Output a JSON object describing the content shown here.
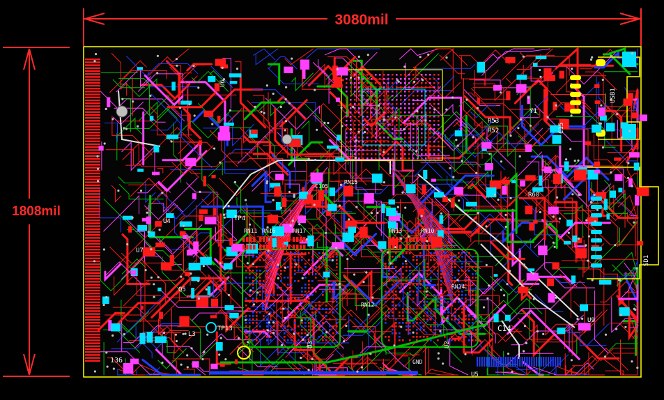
{
  "dimensions": {
    "width_label": "3080mil",
    "height_label": "1808mil"
  },
  "silkscreen": {
    "usb": "USB1",
    "y1": "Y1",
    "c15": "C15",
    "c14": "C14",
    "r60": "R60",
    "r52": "R52",
    "r53": "R53",
    "u2": "U2",
    "u5": "U5",
    "u3": "U3",
    "u7": "U7",
    "u4": "U4",
    "u6": "U6",
    "u9": "U9",
    "q5": "Q5",
    "l3": "L3",
    "tp4": "TP4",
    "tp13": "TP13",
    "rn11": "RN11",
    "rn16": "RN16",
    "rn17": "RN17",
    "rn13": "RN13",
    "rn10": "RN10",
    "rn12": "RN12",
    "rn14": "RN14",
    "rn15": "RN15",
    "c105": "C105",
    "gnd": "GND",
    "corner": "136",
    "sd": "SD1"
  },
  "colors": {
    "background": "#000000",
    "top_copper": "#ff1a1a",
    "bottom_copper": "#1f3cff",
    "inner1": "#00c000",
    "inner2": "#ff40ff",
    "pads": "#00e0ff",
    "silkscreen": "#ffff00",
    "vias": "#bfbfbf",
    "dimension": "#ff2a2a"
  }
}
